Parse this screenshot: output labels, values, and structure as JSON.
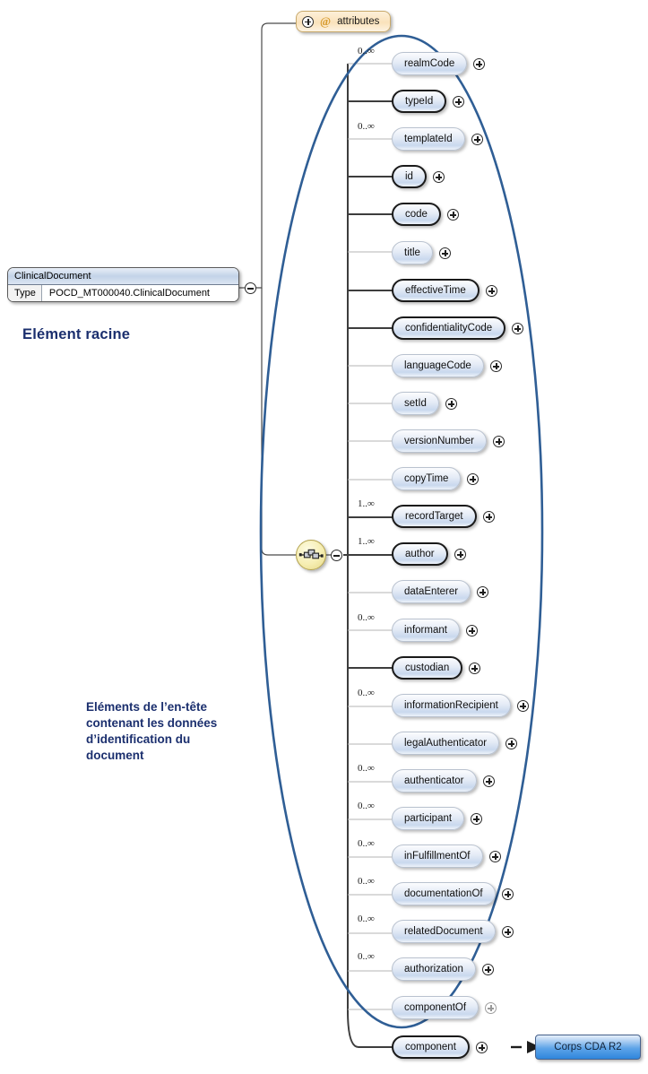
{
  "diagram": {
    "kind": "xsd-schema-tree",
    "root": {
      "name": "ClinicalDocument",
      "type_key": "Type",
      "type_value": "POCD_MT000040.ClinicalDocument"
    },
    "attributes_node": {
      "label": "attributes",
      "symbol": "@",
      "expand_icon": "plus-circle-icon"
    },
    "compositor": {
      "kind": "sequence",
      "icon": "sequence-icon",
      "collapse_icon": "minus-circle-icon"
    },
    "body_ref": {
      "label": "Corps CDA R2",
      "connector": "dashed-arrow"
    },
    "annotations": [
      {
        "id": "root-annotation",
        "text": "Elément racine"
      },
      {
        "id": "header-annotation",
        "lines": [
          "Eléments de l’en-tête",
          "contenant les données",
          "d’identification du",
          "document"
        ]
      }
    ],
    "highlight_ellipse": {
      "shape": "ellipse",
      "stroke": "#2f5e95",
      "meaning": "header-elements-group"
    },
    "elements": [
      {
        "name": "realmCode",
        "cardinality": "0..∞",
        "required": false,
        "icon": "plus-circle-icon"
      },
      {
        "name": "typeId",
        "cardinality": "",
        "required": true,
        "icon": "plus-circle-icon"
      },
      {
        "name": "templateId",
        "cardinality": "0..∞",
        "required": false,
        "icon": "plus-circle-icon"
      },
      {
        "name": "id",
        "cardinality": "",
        "required": true,
        "icon": "plus-circle-icon"
      },
      {
        "name": "code",
        "cardinality": "",
        "required": true,
        "icon": "plus-circle-icon"
      },
      {
        "name": "title",
        "cardinality": "",
        "required": false,
        "icon": "plus-circle-icon"
      },
      {
        "name": "effectiveTime",
        "cardinality": "",
        "required": true,
        "icon": "plus-circle-icon"
      },
      {
        "name": "confidentialityCode",
        "cardinality": "",
        "required": true,
        "icon": "plus-circle-icon"
      },
      {
        "name": "languageCode",
        "cardinality": "",
        "required": false,
        "icon": "plus-circle-icon"
      },
      {
        "name": "setId",
        "cardinality": "",
        "required": false,
        "icon": "plus-circle-icon"
      },
      {
        "name": "versionNumber",
        "cardinality": "",
        "required": false,
        "icon": "plus-circle-icon"
      },
      {
        "name": "copyTime",
        "cardinality": "",
        "required": false,
        "icon": "plus-circle-icon"
      },
      {
        "name": "recordTarget",
        "cardinality": "1..∞",
        "required": true,
        "icon": "plus-circle-icon"
      },
      {
        "name": "author",
        "cardinality": "1..∞",
        "required": true,
        "icon": "plus-circle-icon"
      },
      {
        "name": "dataEnterer",
        "cardinality": "",
        "required": false,
        "icon": "plus-circle-icon"
      },
      {
        "name": "informant",
        "cardinality": "0..∞",
        "required": false,
        "icon": "plus-circle-icon"
      },
      {
        "name": "custodian",
        "cardinality": "",
        "required": true,
        "icon": "plus-circle-icon"
      },
      {
        "name": "informationRecipient",
        "cardinality": "0..∞",
        "required": false,
        "icon": "plus-circle-icon"
      },
      {
        "name": "legalAuthenticator",
        "cardinality": "",
        "required": false,
        "icon": "plus-circle-icon"
      },
      {
        "name": "authenticator",
        "cardinality": "0..∞",
        "required": false,
        "icon": "plus-circle-icon"
      },
      {
        "name": "participant",
        "cardinality": "0..∞",
        "required": false,
        "icon": "plus-circle-icon"
      },
      {
        "name": "inFulfillmentOf",
        "cardinality": "0..∞",
        "required": false,
        "icon": "plus-circle-icon"
      },
      {
        "name": "documentationOf",
        "cardinality": "0..∞",
        "required": false,
        "icon": "plus-circle-icon"
      },
      {
        "name": "relatedDocument",
        "cardinality": "0..∞",
        "required": false,
        "icon": "plus-circle-icon"
      },
      {
        "name": "authorization",
        "cardinality": "0..∞",
        "required": false,
        "icon": "plus-circle-icon"
      },
      {
        "name": "componentOf",
        "cardinality": "",
        "required": false,
        "icon": "plus-circle-icon"
      },
      {
        "name": "component",
        "cardinality": "",
        "required": true,
        "icon": "plus-circle-icon"
      }
    ]
  },
  "colors": {
    "ellipse_stroke": "#2f5e95",
    "annotation_text": "#1b2f6e",
    "attributes_fill": "#fae2bb",
    "node_fill": "#ccdaee",
    "body_fill": "#2f86dd"
  }
}
